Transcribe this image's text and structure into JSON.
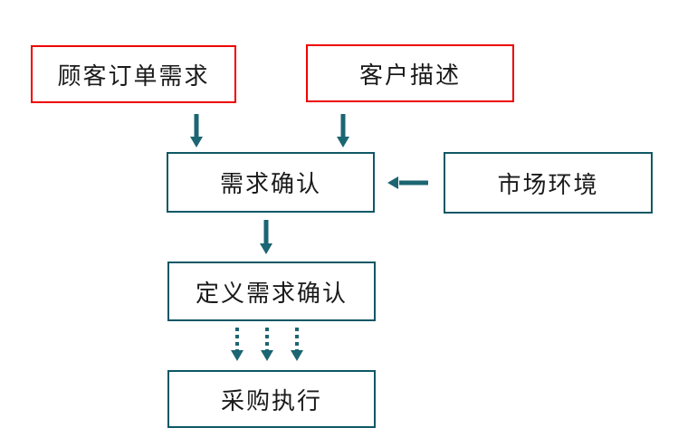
{
  "diagram": {
    "type": "flowchart",
    "nodes": [
      {
        "id": "customer-order-demand",
        "label": "顾客订单需求",
        "border": "red"
      },
      {
        "id": "customer-description",
        "label": "客户描述",
        "border": "red"
      },
      {
        "id": "demand-confirmation",
        "label": "需求确认",
        "border": "teal"
      },
      {
        "id": "market-environment",
        "label": "市场环境",
        "border": "teal"
      },
      {
        "id": "define-demand-confirmation",
        "label": "定义需求确认",
        "border": "teal"
      },
      {
        "id": "procurement-execution",
        "label": "采购执行",
        "border": "teal"
      }
    ],
    "edges": [
      {
        "from": "顾客订单需求",
        "to": "需求确认",
        "style": "solid",
        "direction": "down"
      },
      {
        "from": "客户描述",
        "to": "需求确认",
        "style": "solid",
        "direction": "down"
      },
      {
        "from": "市场环境",
        "to": "需求确认",
        "style": "solid",
        "direction": "left"
      },
      {
        "from": "需求确认",
        "to": "定义需求确认",
        "style": "solid",
        "direction": "down"
      },
      {
        "from": "定义需求确认",
        "to": "采购执行",
        "style": "dotted-triple",
        "direction": "down"
      }
    ]
  },
  "colors": {
    "box_red": "#EE0000",
    "box_teal": "#0F5765",
    "arrow_teal": "#1C6572",
    "background": "#FFFFFF",
    "text": "#1A1A1A"
  }
}
